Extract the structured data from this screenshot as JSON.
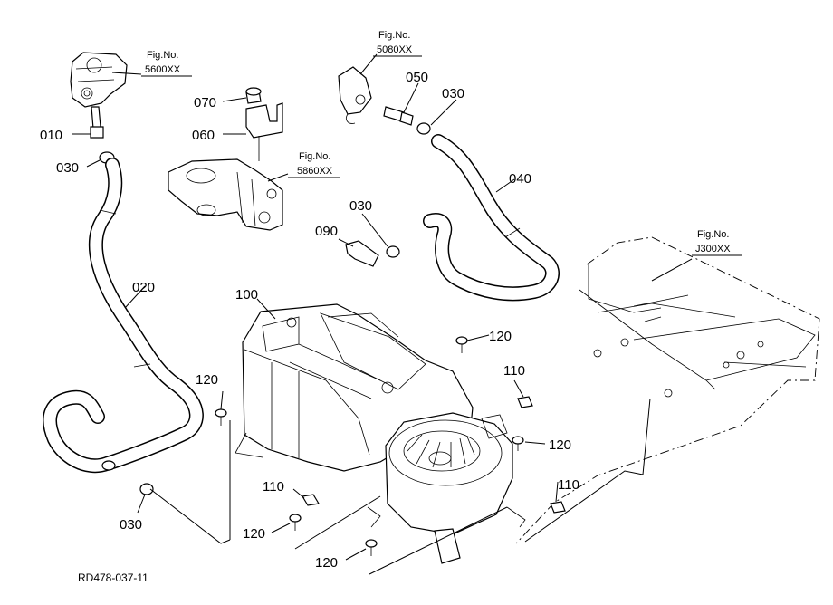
{
  "drawing_code": "RD478-037-11",
  "figure_refs": [
    {
      "id": "5600",
      "line1": "Fig.No.",
      "line2": "5600XX"
    },
    {
      "id": "5080",
      "line1": "Fig.No.",
      "line2": "5080XX"
    },
    {
      "id": "5860",
      "line1": "Fig.No.",
      "line2": "5860XX"
    },
    {
      "id": "j300",
      "line1": "Fig.No.",
      "line2": "J300XX"
    }
  ],
  "part_labels": {
    "p010": "010",
    "p020": "020",
    "p030a": "030",
    "p030b": "030",
    "p030c": "030",
    "p030d": "030",
    "p040": "040",
    "p050": "050",
    "p060": "060",
    "p070": "070",
    "p090": "090",
    "p100": "100",
    "p110a": "110",
    "p110b": "110",
    "p110c": "110",
    "p120a": "120",
    "p120b": "120",
    "p120c": "120",
    "p120d": "120",
    "p120e": "120"
  }
}
